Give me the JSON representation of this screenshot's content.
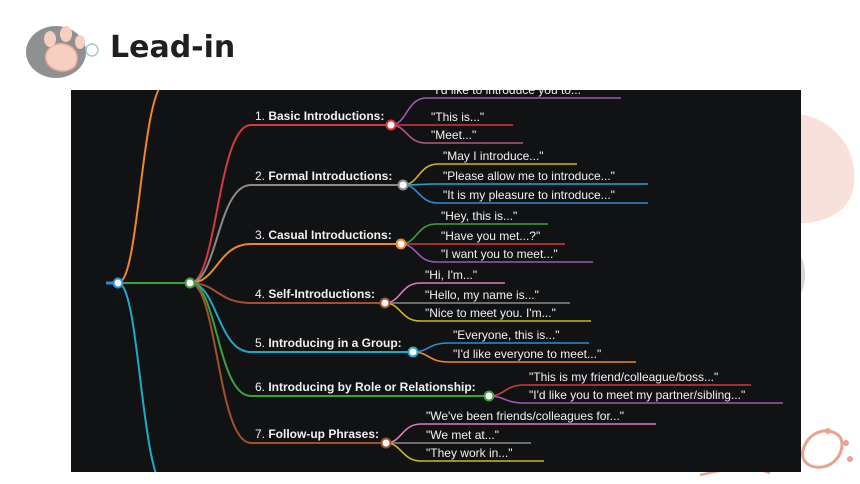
{
  "slide": {
    "title": "Lead-in"
  },
  "colors": {
    "background": "#ffffff",
    "panel": "#111214",
    "root_line": "#2e8ad8",
    "hub_line": "#3aa23a",
    "orange": "#f0862a",
    "cyan": "#1fa9c9",
    "deco_pink": "#f4c9bd"
  },
  "mindmap": {
    "branches": [
      {
        "label": "1. Basic Introductions:",
        "color": "#d43a3a",
        "phrases": [
          {
            "text": "\"I'd like to introduce you to...\"",
            "color": "#9b59b6"
          },
          {
            "text": "\"This is...\"",
            "color": "#d43a3a"
          },
          {
            "text": "\"Meet...\"",
            "color": "#b05a7a"
          }
        ]
      },
      {
        "label": "2. Formal Introductions:",
        "color": "#8a8a8a",
        "phrases": [
          {
            "text": "\"May I introduce...\"",
            "color": "#c9b826"
          },
          {
            "text": "\"Please allow me to introduce...\"",
            "color": "#1fa9c9"
          },
          {
            "text": "\"It is my pleasure to introduce...\"",
            "color": "#2e8ad8"
          }
        ]
      },
      {
        "label": "3. Casual Introductions:",
        "color": "#f0862a",
        "phrases": [
          {
            "text": "\"Hey, this is...\"",
            "color": "#3aa23a"
          },
          {
            "text": "\"Have you met...?\"",
            "color": "#d43a3a"
          },
          {
            "text": "\"I want you to meet...\"",
            "color": "#9b59b6"
          }
        ]
      },
      {
        "label": "4. Self-Introductions:",
        "color": "#a0522d",
        "phrases": [
          {
            "text": "\"Hi, I'm...\"",
            "color": "#e07ab8"
          },
          {
            "text": "\"Hello, my name is...\"",
            "color": "#8a8a8a"
          },
          {
            "text": "\"Nice to meet you. I'm...\"",
            "color": "#c9b826"
          }
        ]
      },
      {
        "label": "5. Introducing in a Group:",
        "color": "#1fa9c9",
        "phrases": [
          {
            "text": "\"Everyone, this is...\"",
            "color": "#2e8ad8"
          },
          {
            "text": "\"I'd like everyone to meet...\"",
            "color": "#f0862a"
          }
        ]
      },
      {
        "label": "6. Introducing by Role or Relationship:",
        "color": "#3aa23a",
        "phrases": [
          {
            "text": "\"This is my friend/colleague/boss...\"",
            "color": "#d43a3a"
          },
          {
            "text": "\"I'd like you to meet my partner/sibling...\"",
            "color": "#9b59b6"
          }
        ]
      },
      {
        "label": "7. Follow-up Phrases:",
        "color": "#a0522d",
        "phrases": [
          {
            "text": "\"We've been friends/colleagues for...\"",
            "color": "#e07ab8"
          },
          {
            "text": "\"We met at...\"",
            "color": "#8a8a8a"
          },
          {
            "text": "\"They work in...\"",
            "color": "#c9b826"
          }
        ]
      }
    ]
  }
}
